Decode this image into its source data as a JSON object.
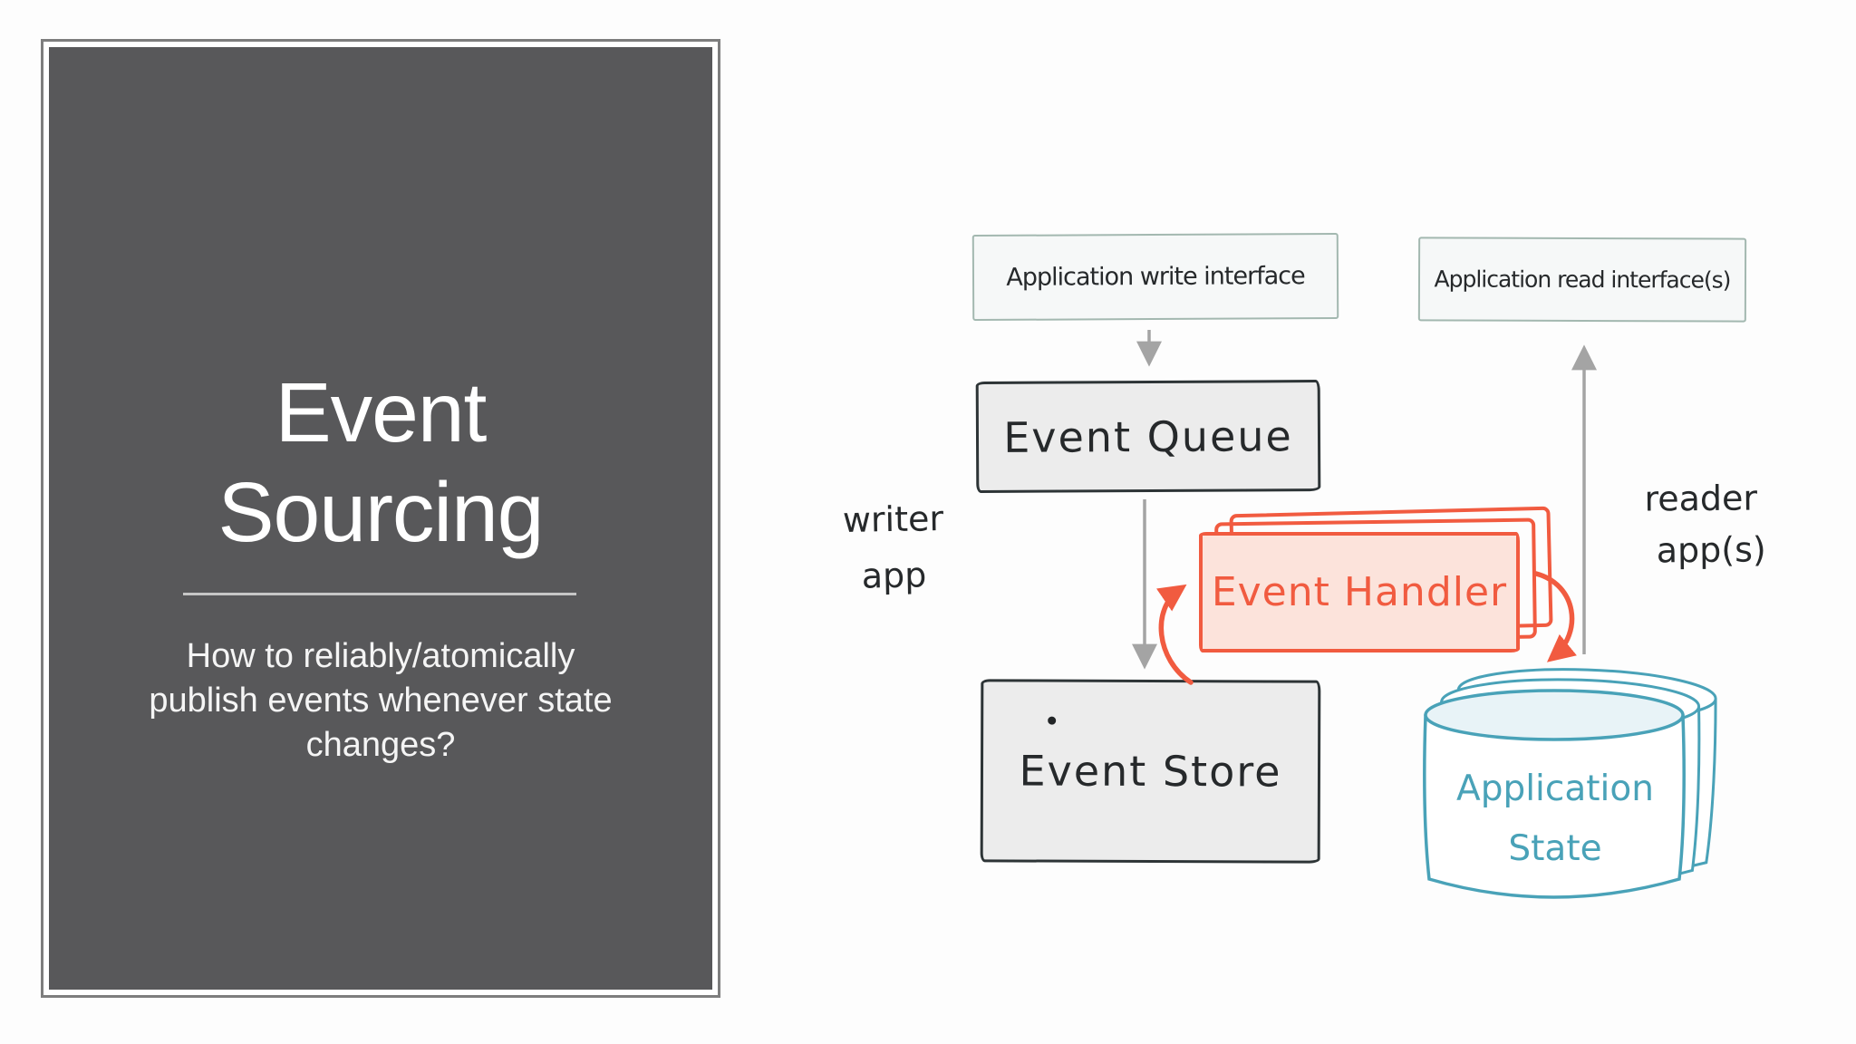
{
  "slide": {
    "title": "Event Sourcing",
    "title_lines": [
      "Event",
      "Sourcing"
    ],
    "subtitle": "How to reliably/atomically publish events whenever state changes?",
    "subtitle_lines": [
      "How to reliably/atomically",
      "publish events whenever state",
      "changes?"
    ]
  },
  "diagram": {
    "nodes": {
      "write_interface": {
        "label": "Application write interface"
      },
      "read_interface": {
        "label": "Application read interface(s)"
      },
      "event_queue": {
        "label": "Event Queue"
      },
      "event_handler": {
        "label": "Event Handler"
      },
      "event_store": {
        "label": "Event Store"
      },
      "app_state": {
        "label": "Application State",
        "lines": [
          "Application",
          "State"
        ]
      }
    },
    "side_labels": {
      "writer": {
        "lines": [
          "writer",
          "app"
        ]
      },
      "reader": {
        "lines": [
          "reader",
          "app(s)"
        ]
      }
    },
    "edges": [
      {
        "from": "write_interface",
        "to": "event_queue",
        "style": "gray-arrow"
      },
      {
        "from": "event_queue",
        "to": "event_store",
        "style": "gray-arrow"
      },
      {
        "from": "app_state",
        "to": "read_interface",
        "style": "gray-arrow"
      },
      {
        "from": "event_store",
        "to": "event_handler",
        "style": "orange-curved-arrow"
      },
      {
        "from": "event_handler",
        "to": "app_state",
        "style": "orange-curved-arrow"
      }
    ]
  },
  "colors": {
    "slide_background": "#58585a",
    "slide_frame": "#7e7e7e",
    "slide_text": "#ffffff",
    "ink": "#26292b",
    "box_fill": "#ececec",
    "interface_border": "#a3b8b0",
    "accent_orange": "#f15b40",
    "orange_fill": "#fce3db",
    "accent_teal": "#49a2b8",
    "teal_fill": "#e8f3f7",
    "arrow_gray": "#a4a4a4"
  }
}
